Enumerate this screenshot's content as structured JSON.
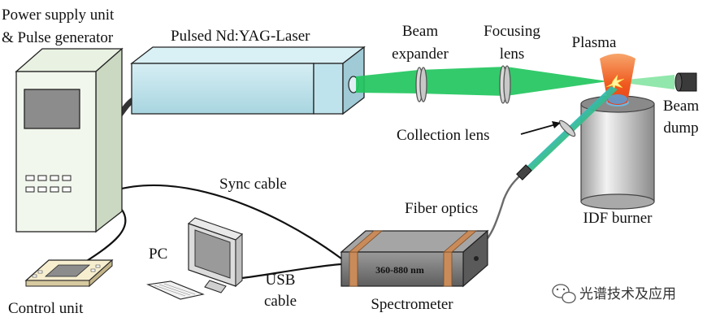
{
  "labels": {
    "power_supply_line1": "Power supply unit",
    "power_supply_line2": "& Pulse generator",
    "laser": "Pulsed Nd:YAG-Laser",
    "beam_expander_line1": "Beam",
    "beam_expander_line2": "expander",
    "focusing_lens_line1": "Focusing",
    "focusing_lens_line2": "lens",
    "plasma": "Plasma",
    "beam_dump_line1": "Beam",
    "beam_dump_line2": "dump",
    "collection_lens": "Collection lens",
    "sync_cable": "Sync cable",
    "fiber_optics": "Fiber optics",
    "idf_burner": "IDF burner",
    "pc": "PC",
    "usb_line1": "USB",
    "usb_line2": "cable",
    "spectrometer": "Spectrometer",
    "spectrometer_range": "360-880 nm",
    "control_unit": "Control unit"
  },
  "watermark": "光谱技术及应用",
  "colors": {
    "laser_body": "#bfe3ec",
    "beam": "#22c55e",
    "plasma": "#f26522",
    "burner_top": "#8c8c8c",
    "spectrometer": "#7a7a7a",
    "straps": "#c98b5a"
  }
}
